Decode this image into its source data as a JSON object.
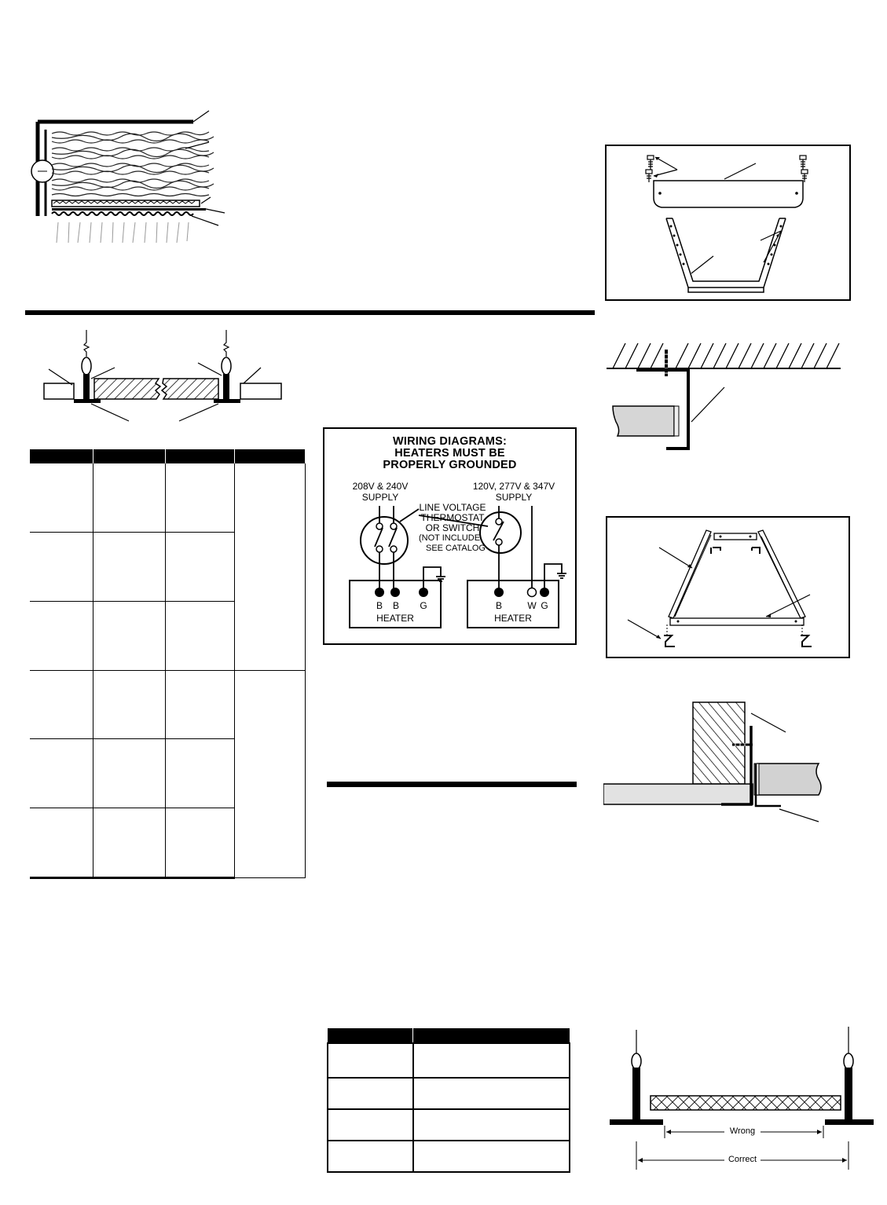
{
  "wiring_diagram": {
    "title_lines": [
      "WIRING DIAGRAMS:",
      "HEATERS MUST BE",
      "PROPERLY GROUNDED"
    ],
    "left_supply": [
      "208V & 240V",
      "SUPPLY"
    ],
    "right_supply": [
      "120V, 277V & 347V",
      "SUPPLY"
    ],
    "thermostat_label": [
      "LINE VOLTAGE",
      "THERMOSTAT",
      "OR SWITCH",
      "(NOT INCLUDED",
      "SEE CATALOG"
    ],
    "left_terminals": [
      "B",
      "B",
      "G"
    ],
    "right_terminals": [
      "B",
      "W",
      "G"
    ],
    "left_heater_label": "HEATER",
    "right_heater_label": "HEATER"
  },
  "spacing_figure": {
    "wrong_label": "Wrong",
    "correct_label": "Correct"
  }
}
